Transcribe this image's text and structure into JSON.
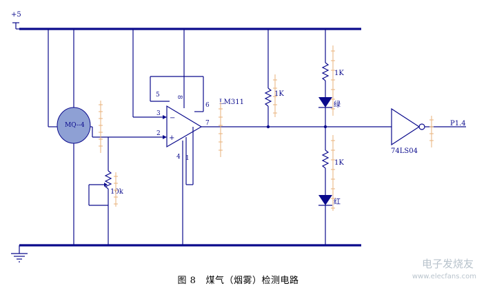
{
  "labels": {
    "vcc": "+5",
    "sensor": "MQ--4",
    "pot": "10k",
    "opamp": "LM311",
    "r_mid": "1K",
    "r_top": "1K",
    "r_bot": "1K",
    "led_green": "绿",
    "led_red": "红",
    "inverter": "74LS04",
    "output": "P1.4",
    "pin2": "2",
    "pin3": "3",
    "pin4": "4",
    "pin1": "1",
    "pin5": "5",
    "pin6": "6",
    "pin7": "7",
    "pin8": "8",
    "minus": "−",
    "plus": "+"
  },
  "caption": {
    "figure": "图 8",
    "title": "煤气（烟雾）检测电路"
  },
  "watermark": {
    "logo_text": "电子发烧友",
    "url": "www.elecfans.com"
  },
  "colors": {
    "wire": "#0a0a8c",
    "sensor_fill": "#8ea0d4",
    "led_fill": "#0a0a8c",
    "hatch": "#e8b27a"
  }
}
